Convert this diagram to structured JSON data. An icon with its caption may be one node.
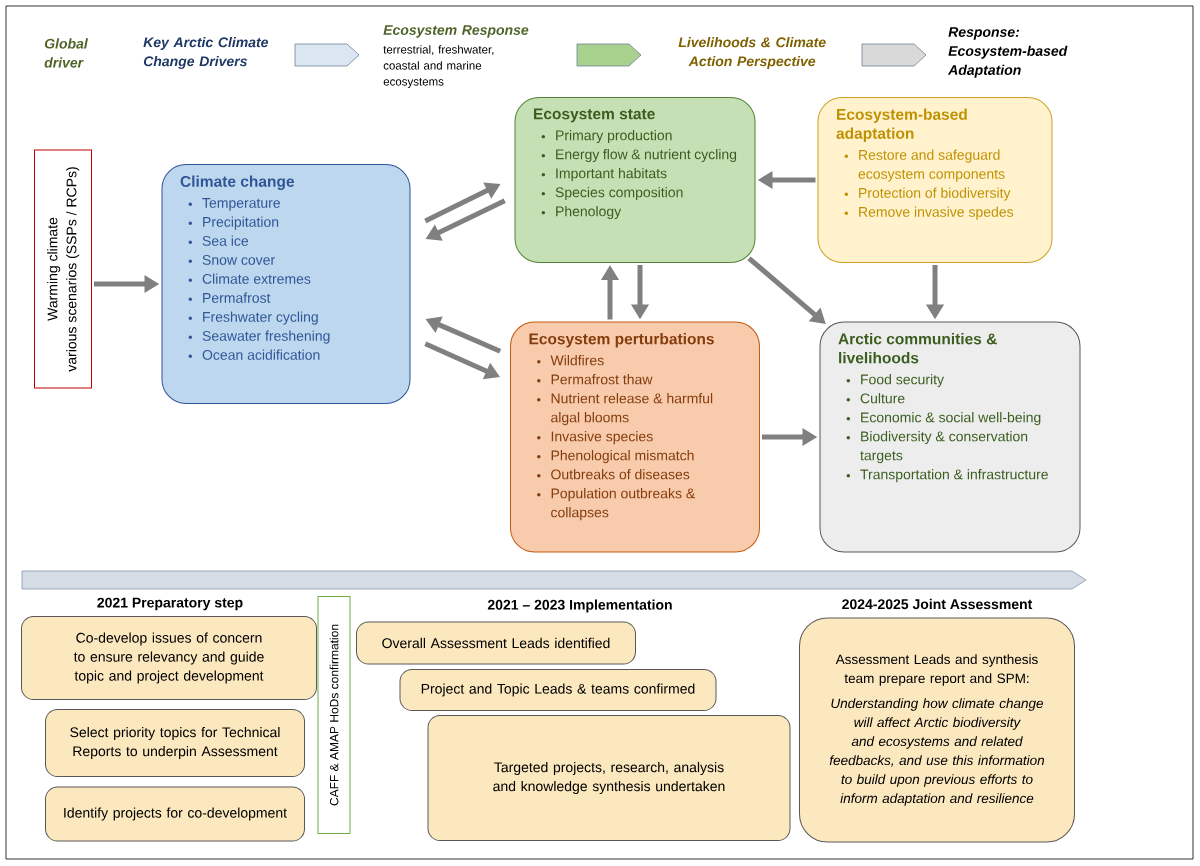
{
  "diagram": {
    "nodes": [
      {
        "text": [
          "Warming climate",
          "various scenarios (SSPs / RCPs)"
        ]
      },
      {
        "text": [
          "Climate change",
          "Temperature",
          "Precipitation",
          "Sea ice",
          "Snow cover",
          "Climate extremes",
          "Permafrost",
          "Freshwater cycling",
          "Seawater freshening",
          "Ocean acidification"
        ]
      },
      {
        "text": [
          "Ecosystem state",
          "Primary production",
          "Energy flow & nutrient cycling",
          "Important habitats",
          "Species composition",
          "Phenology"
        ]
      },
      {
        "text": [
          "Ecosystem-based adaptation",
          "Restore and safeguard ecosystem components",
          "Protection of biodiversity",
          "Remove invasive spedes"
        ]
      },
      {
        "text": [
          "Ecosystem perturbations",
          "Wildfires",
          "Permafrost thaw",
          "Nutrient release & harmful algal blooms",
          "Invasive species",
          "Phenological mismatch",
          "Outbreaks of diseases",
          "Population outbreaks & collapses"
        ]
      },
      {
        "text": [
          "Arctic communities & livelihoods",
          "Food security",
          "Culture",
          "Economic & social well-being",
          "Biodiversity & conservation targets",
          "Transportation & infrastructure"
        ]
      },
      {
        "text": [
          "Co-develop issues of concern to ensure relevancy and guide topic and project development"
        ]
      },
      {
        "text": [
          "Select priority topics for Technical Reports to underpin Assessment"
        ]
      },
      {
        "text": [
          "Identify projects for co-development"
        ]
      },
      {
        "text": [
          "CAFF & AMAP HoDs confirmation"
        ]
      },
      {
        "text": [
          "Overall Assessment Leads identified"
        ]
      },
      {
        "text": [
          "Project and Topic Leads & teams confirmed"
        ]
      },
      {
        "text": [
          "Targeted projects, research, analysis and knowledge synthesis undertaken"
        ]
      },
      {
        "text": [
          "Assessment Leads and synthesis team prepare report and SPM:",
          "Understanding how climate change will affect Arctic biodiversity and ecosystems and related feedbacks, and use this information to build upon previous efforts to inform adaptation and resilience"
        ]
      }
    ],
    "edges": [
      {
        "from": 0,
        "to": 1,
        "arrow": "to"
      },
      {
        "from": 1,
        "to": 2,
        "arrow": "to"
      },
      {
        "from": 2,
        "to": 1,
        "arrow": "to"
      },
      {
        "from": 4,
        "to": 1,
        "arrow": "to"
      },
      {
        "from": 1,
        "to": 4,
        "arrow": "to"
      },
      {
        "from": 4,
        "to": 2,
        "arrow": "to"
      },
      {
        "from": 2,
        "to": 4,
        "arrow": "to"
      },
      {
        "from": 3,
        "to": 2,
        "arrow": "to"
      },
      {
        "from": 2,
        "to": 5,
        "arrow": "to"
      },
      {
        "from": 3,
        "to": 5,
        "arrow": "to"
      },
      {
        "from": 4,
        "to": 5,
        "arrow": "to"
      }
    ],
    "labels": [
      "Global driver",
      "terrestrial, freshwater, coastal and marine ecosystems",
      "Response: Ecosystem-based Adaptation",
      "2021 Preparatory step",
      "2021 – 2023 Implementation",
      "2024-2025 Joint Assessment"
    ],
    "legend": [
      {
        "text": "Key Arctic Climate Change Drivers",
        "color": "#dce6f2"
      },
      {
        "text": "Ecosystem Response",
        "color": "#a9d18e"
      },
      {
        "text": "Livelihoods & Climate Action Perspective",
        "color": "#d9d9d9"
      }
    ]
  }
}
